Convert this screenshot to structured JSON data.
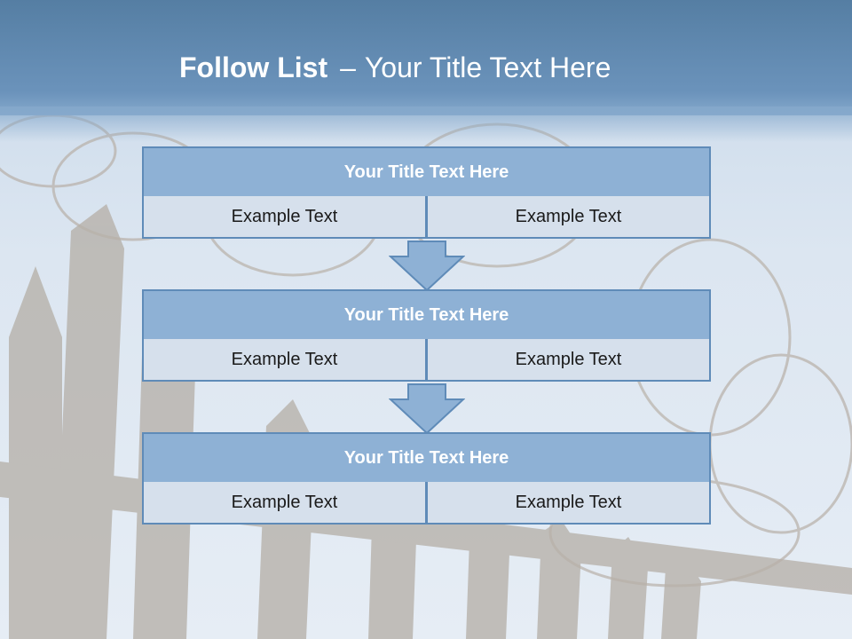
{
  "slide": {
    "title_bold": "Follow List",
    "title_sep": "–",
    "title_rest": "Your Title Text Here"
  },
  "blocks": [
    {
      "title": "Your Title Text Here",
      "left": "Example Text",
      "right": "Example Text"
    },
    {
      "title": "Your Title Text Here",
      "left": "Example Text",
      "right": "Example Text"
    },
    {
      "title": "Your Title Text Here",
      "left": "Example Text",
      "right": "Example Text"
    }
  ],
  "colors": {
    "header": "#6b93bb",
    "block_title": "#8eb1d5",
    "block_cell": "#d6e0ec",
    "border": "#5f8bb8"
  }
}
